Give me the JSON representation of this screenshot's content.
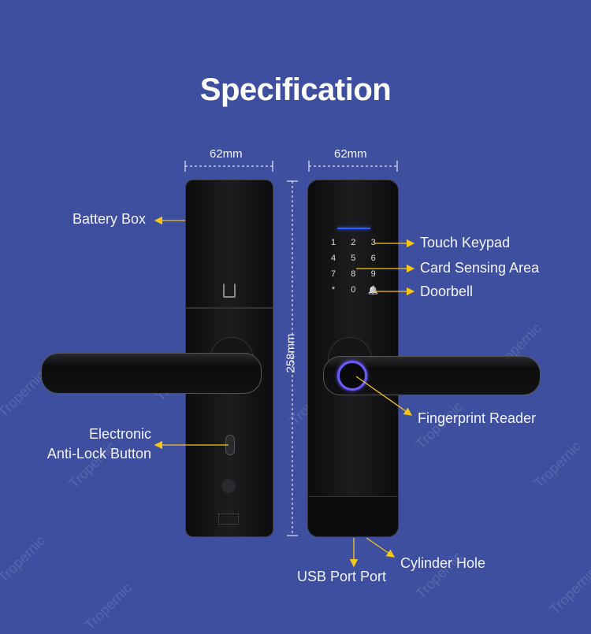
{
  "title": "Specification",
  "dimensions": {
    "width_left": "62mm",
    "width_right": "62mm",
    "height": "258mm"
  },
  "labels": {
    "battery_box": "Battery Box",
    "touch_keypad": "Touch Keypad",
    "card_sensing": "Card Sensing Area",
    "doorbell": "Doorbell",
    "fingerprint": "Fingerprint Reader",
    "anti_lock_line1": "Electronic",
    "anti_lock_line2": "Anti-Lock Button",
    "cylinder_hole": "Cylinder Hole",
    "usb_port": "USB Port Port"
  },
  "keypad": [
    "1",
    "2",
    "3",
    "4",
    "5",
    "6",
    "7",
    "8",
    "9",
    "*",
    "0",
    "🔔"
  ],
  "watermark": "Tropernic",
  "colors": {
    "background": "#3f4fa0",
    "arrow": "#f5c518",
    "keypad_led": "#2f5bff",
    "fingerprint_ring": "#6a5cff"
  }
}
